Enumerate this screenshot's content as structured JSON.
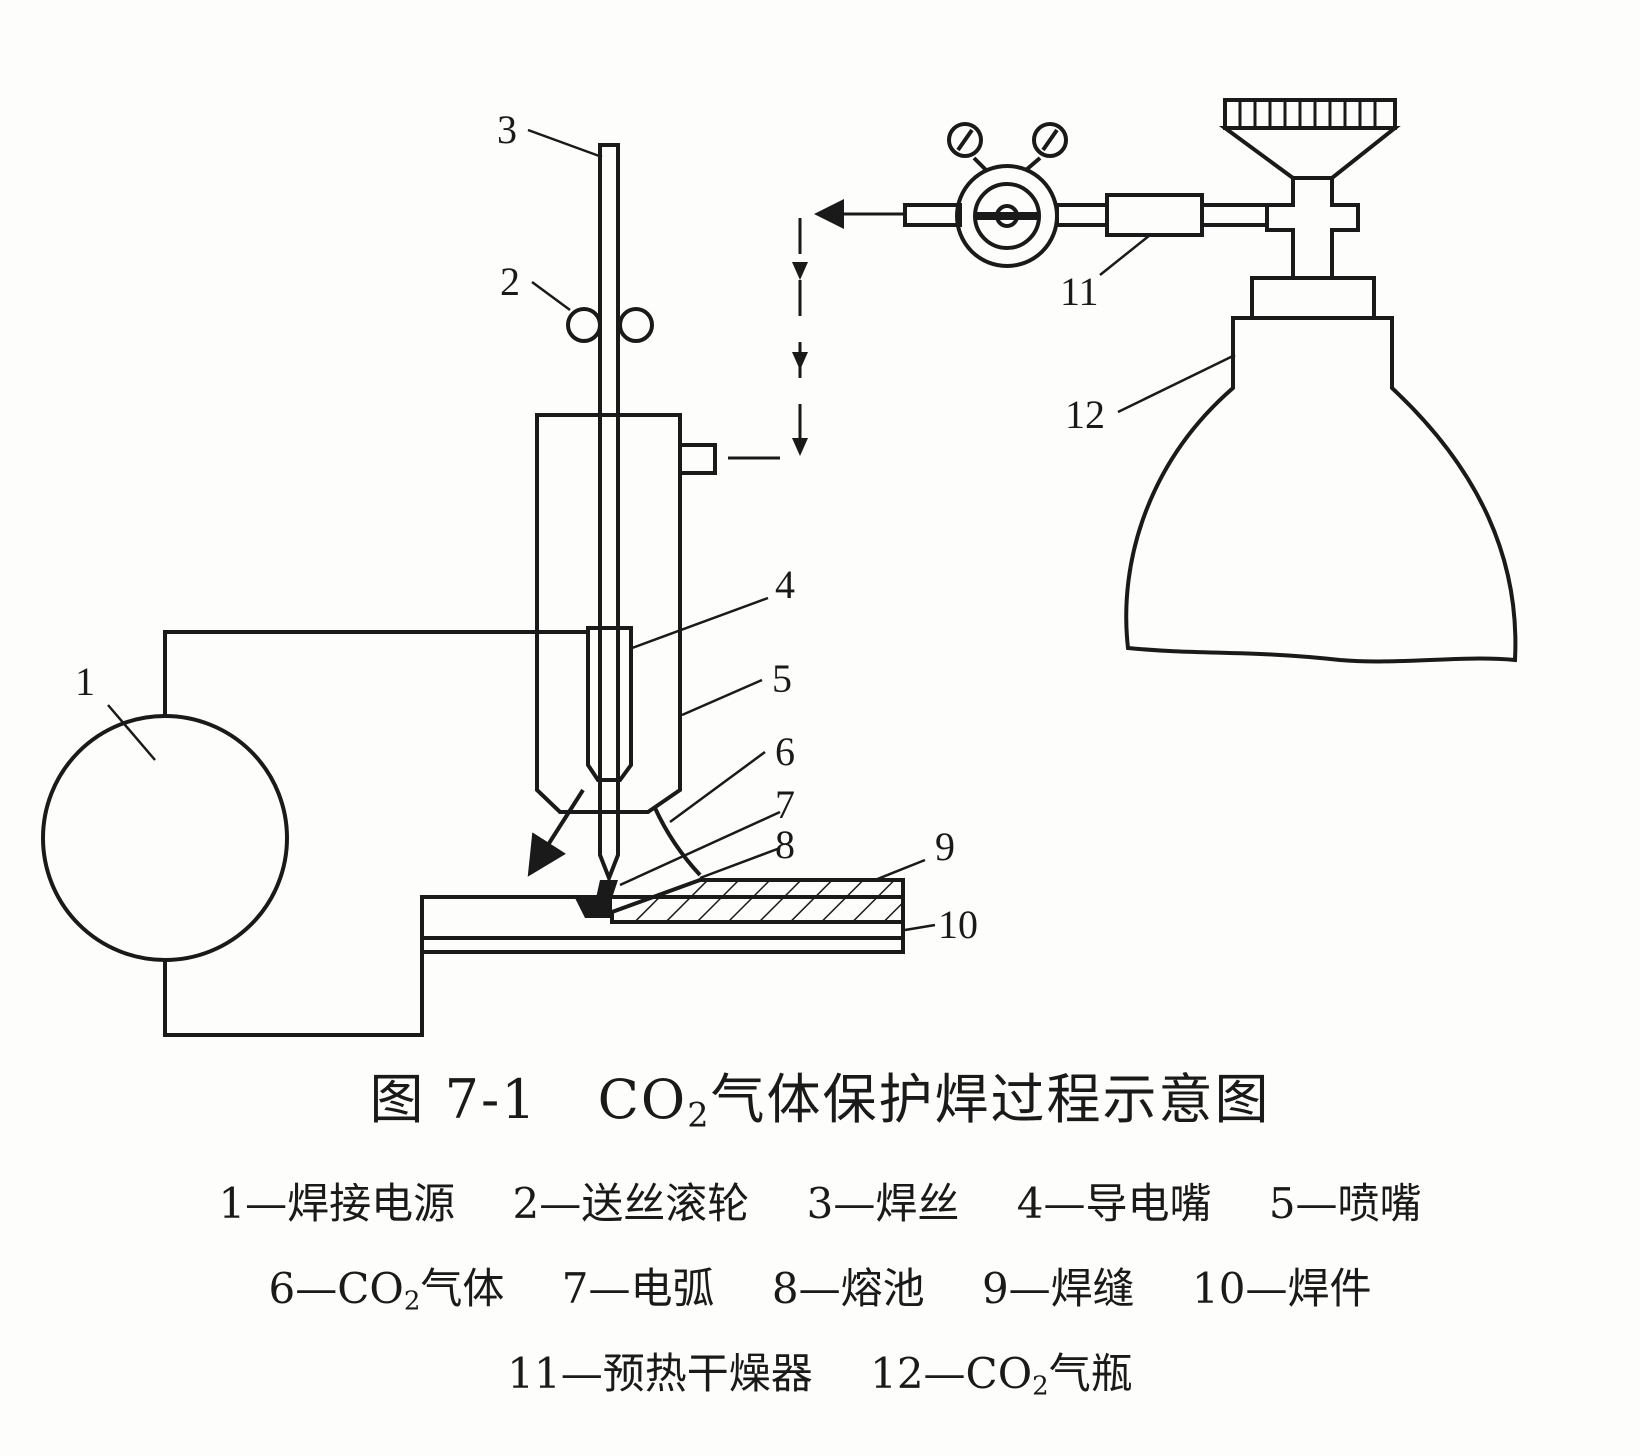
{
  "labels": {
    "n1": "1",
    "n2": "2",
    "n3": "3",
    "n4": "4",
    "n5": "5",
    "n6": "6",
    "n7": "7",
    "n8": "8",
    "n9": "9",
    "n10": "10",
    "n11": "11",
    "n12": "12"
  },
  "caption": {
    "figure_no": "图 7-1",
    "title_pre": "CO",
    "title_sub": "2",
    "title_post": "气体保护焊过程示意图"
  },
  "legend": {
    "row1": [
      {
        "text": "1—焊接电源"
      },
      {
        "text": "2—送丝滚轮"
      },
      {
        "text": "3—焊丝"
      },
      {
        "text": "4—导电嘴"
      },
      {
        "text": "5—喷嘴"
      }
    ],
    "row2": [
      {
        "pre": "6—CO",
        "sub": "2",
        "post": "气体"
      },
      {
        "text": "7—电弧"
      },
      {
        "text": "8—熔池"
      },
      {
        "text": "9—焊缝"
      },
      {
        "text": "10—焊件"
      }
    ],
    "row3": [
      {
        "text": "11—预热干燥器"
      },
      {
        "pre": "12—CO",
        "sub": "2",
        "post": "气瓶"
      }
    ]
  }
}
